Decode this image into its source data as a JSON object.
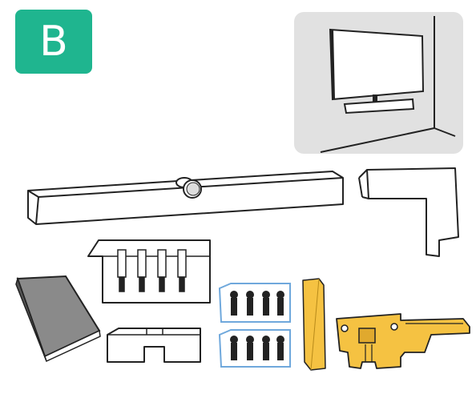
{
  "badge": {
    "letter": "B",
    "color": "#1fb58f"
  },
  "illustration": {
    "scene": "tv-with-soundbar-wall-mount",
    "parts": [
      "soundbar",
      "l-shaped-bracket",
      "manual-booklet",
      "support-template-with-spacers",
      "screw-pack-top",
      "screw-pack-bottom",
      "yellow-spacer-strip",
      "yellow-wall-bracket"
    ],
    "colors": {
      "scene_bg": "#e1e1e1",
      "booklet": "#8a8a8a",
      "yellow": "#f5c242",
      "blue": "#6fa8dc"
    }
  }
}
